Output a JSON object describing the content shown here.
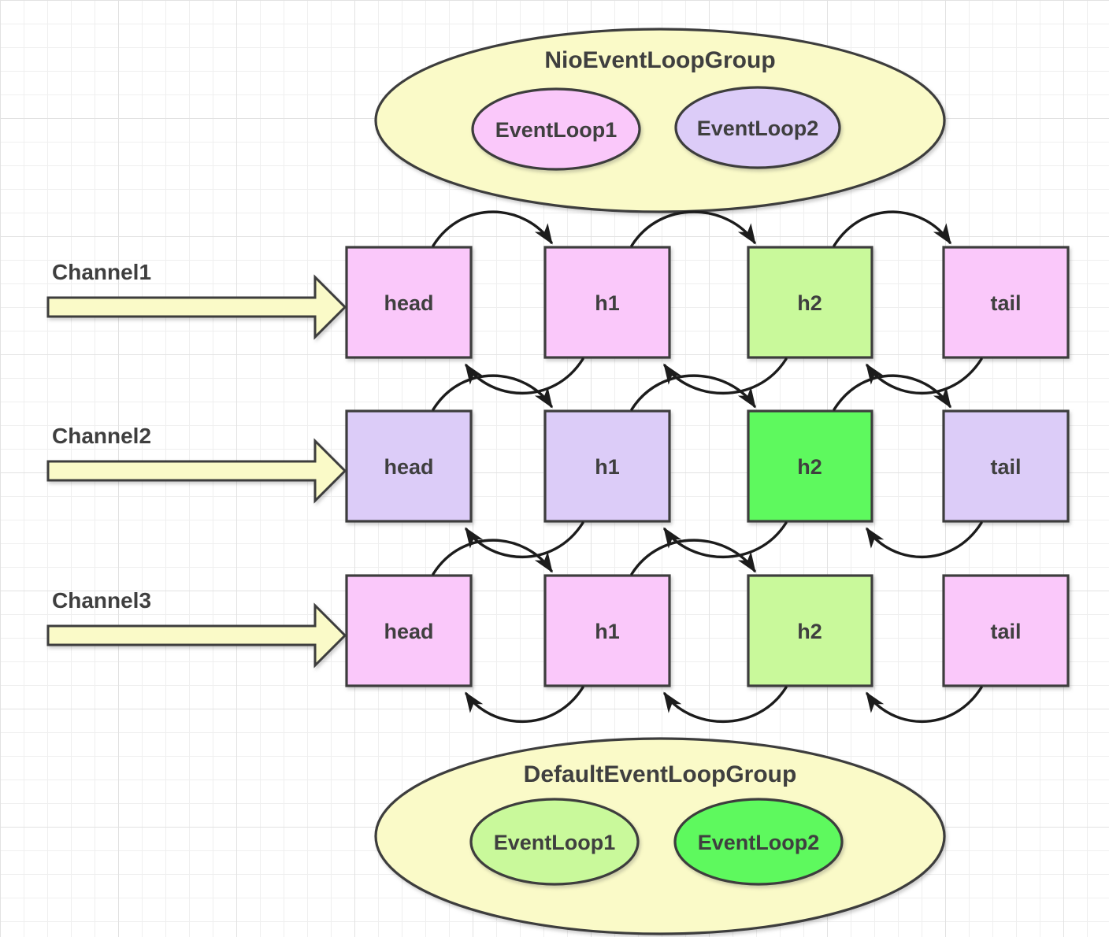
{
  "diagram": {
    "top_group": {
      "title": "NioEventLoopGroup",
      "fill": "#FAFAC8",
      "event_loops": [
        {
          "label": "EventLoop1",
          "fill": "#FAC8FA"
        },
        {
          "label": "EventLoop2",
          "fill": "#DCCCF8"
        }
      ]
    },
    "channels": [
      {
        "label": "Channel1",
        "boxes": [
          {
            "label": "head",
            "fill": "#FAC8FA"
          },
          {
            "label": "h1",
            "fill": "#FAC8FA"
          },
          {
            "label": "h2",
            "fill": "#C9F99B"
          },
          {
            "label": "tail",
            "fill": "#FAC8FA"
          }
        ]
      },
      {
        "label": "Channel2",
        "boxes": [
          {
            "label": "head",
            "fill": "#DCCCF8"
          },
          {
            "label": "h1",
            "fill": "#DCCCF8"
          },
          {
            "label": "h2",
            "fill": "#5EF95E"
          },
          {
            "label": "tail",
            "fill": "#DCCCF8"
          }
        ]
      },
      {
        "label": "Channel3",
        "boxes": [
          {
            "label": "head",
            "fill": "#FAC8FA"
          },
          {
            "label": "h1",
            "fill": "#FAC8FA"
          },
          {
            "label": "h2",
            "fill": "#C9F99B"
          },
          {
            "label": "tail",
            "fill": "#FAC8FA"
          }
        ]
      }
    ],
    "bottom_group": {
      "title": "DefaultEventLoopGroup",
      "fill": "#FAFAC8",
      "event_loops": [
        {
          "label": "EventLoop1",
          "fill": "#C9F99B"
        },
        {
          "label": "EventLoop2",
          "fill": "#5EF95E"
        }
      ]
    },
    "arrow": {
      "fill": "#FAFAC8"
    },
    "stroke_color": "#3d3d3d",
    "connector_color": "#1c1c1c"
  }
}
